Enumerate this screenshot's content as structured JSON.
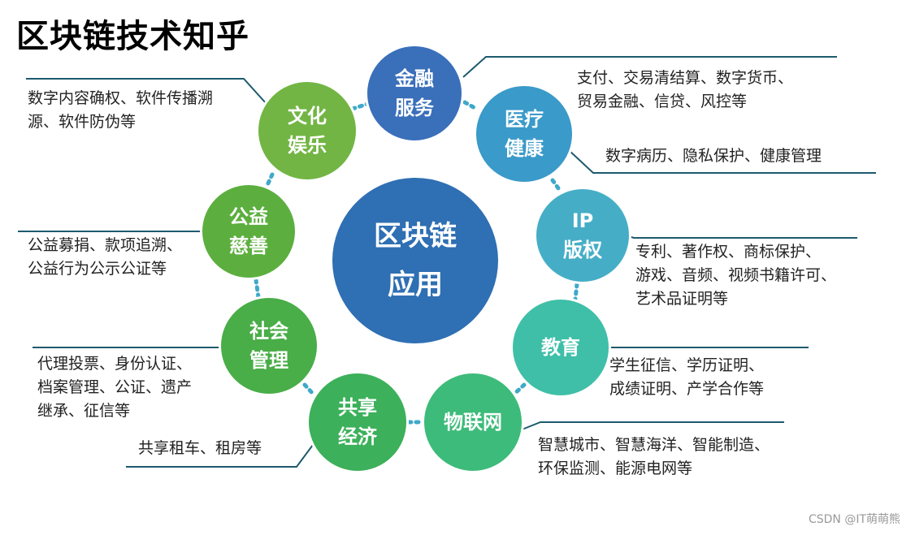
{
  "center": {
    "label": "区块链\n应用",
    "color": "#2f6fb3"
  },
  "overlay_title": "区块链技术知乎",
  "nodes": [
    {
      "label": "金融\n服务",
      "color": "#3a6fba",
      "desc": "支付、交易清结算、数字货币、\n贸易金融、信贷、风控等"
    },
    {
      "label": "医疗\n健康",
      "color": "#3a9ac9",
      "desc": "数字病历、隐私保护、健康管理"
    },
    {
      "label": "IP\n版权",
      "color": "#45aec6",
      "desc": "专利、著作权、商标保护、\n游戏、音频、视频书籍许可、\n艺术品证明等"
    },
    {
      "label": "教育",
      "color": "#3fbfa8",
      "desc": "学生征信、学历证明、\n成绩证明、产学合作等"
    },
    {
      "label": "物联网",
      "color": "#3dbb7a",
      "desc": "智慧城市、智慧海洋、智能制造、\n环保监测、能源电网等"
    },
    {
      "label": "共享\n经济",
      "color": "#3cb05a",
      "desc": "共享租车、租房等"
    },
    {
      "label": "社会\n管理",
      "color": "#49ad48",
      "desc": "代理投票、身份认证、\n档案管理、公证、遗产\n继承、征信等"
    },
    {
      "label": "公益\n慈善",
      "color": "#5caf3f",
      "desc": "公益募捐、款项追溯、\n公益行为公示公证等"
    },
    {
      "label": "文化\n娱乐",
      "color": "#72b544",
      "desc": "数字内容确权、软件传播溯\n源、软件防伪等"
    }
  ],
  "watermark": "CSDN @IT萌萌熊"
}
